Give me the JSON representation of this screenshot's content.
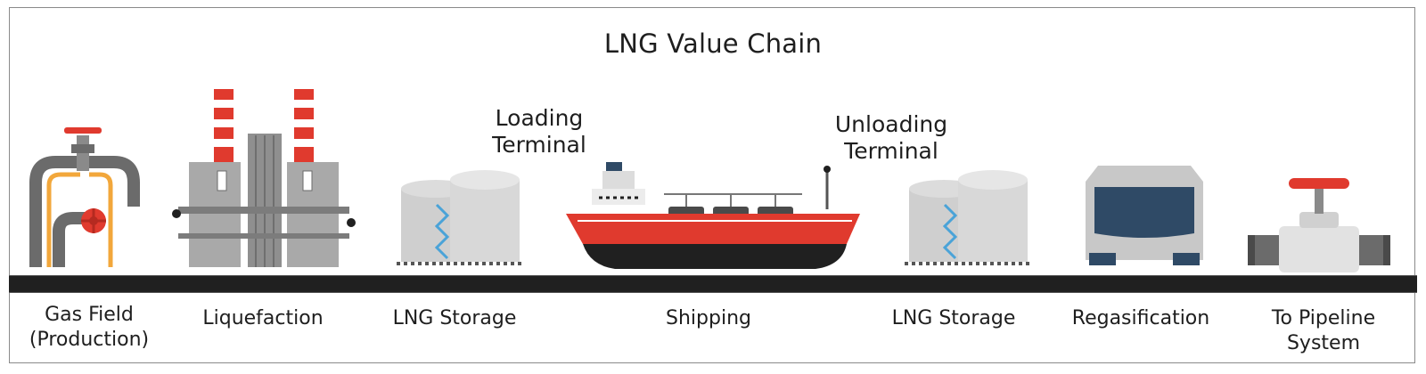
{
  "title": "LNG Value Chain",
  "terminals": {
    "loading": [
      "Loading",
      "Terminal"
    ],
    "unloading": [
      "Unloading",
      "Terminal"
    ]
  },
  "stages": [
    {
      "id": "gas-field",
      "label": [
        "Gas Field",
        "(Production)"
      ],
      "icon": "valve-pipe-icon"
    },
    {
      "id": "liquefaction",
      "label": [
        "Liquefaction"
      ],
      "icon": "liquefaction-plant-icon"
    },
    {
      "id": "lng-storage-1",
      "label": [
        "LNG Storage"
      ],
      "icon": "storage-tank-icon"
    },
    {
      "id": "shipping",
      "label": [
        "Shipping"
      ],
      "icon": "lng-ship-icon"
    },
    {
      "id": "lng-storage-2",
      "label": [
        "LNG Storage"
      ],
      "icon": "storage-tank-icon"
    },
    {
      "id": "regasification",
      "label": [
        "Regasification"
      ],
      "icon": "regasification-unit-icon"
    },
    {
      "id": "pipeline",
      "label": [
        "To Pipeline",
        "System"
      ],
      "icon": "pipeline-valve-icon"
    }
  ],
  "colors": {
    "red": "#e03a2e",
    "orange": "#f2a73b",
    "gray": "#9b9b9b",
    "dark": "#202020",
    "navy": "#2f4a66",
    "blue": "#4aa3d8"
  }
}
